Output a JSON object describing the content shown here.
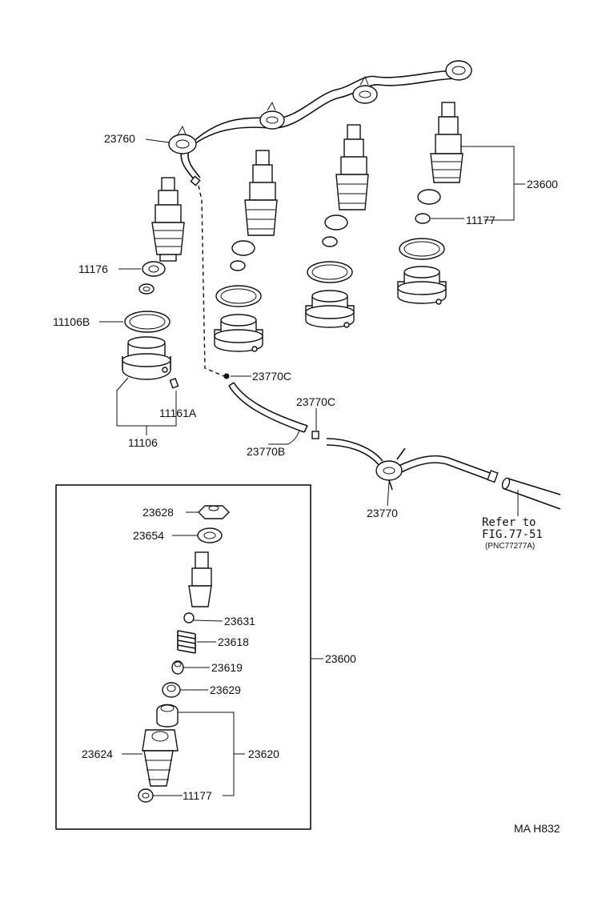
{
  "diagram_code": "MA H832",
  "labels": {
    "p23760": "23760",
    "p23600_top": "23600",
    "p11177_top": "11177",
    "p11176": "11176",
    "p11106B": "11106B",
    "p11161A": "11161A",
    "p11106": "11106",
    "p23770C_a": "23770C",
    "p23770C_b": "23770C",
    "p23770B": "23770B",
    "p23770": "23770",
    "p23628": "23628",
    "p23654": "23654",
    "p23631": "23631",
    "p23618": "23618",
    "p23619": "23619",
    "p23629": "23629",
    "p23624": "23624",
    "p23620": "23620",
    "p11177_bottom": "11177",
    "p23600_box": "23600"
  },
  "refer": {
    "line1": "Refer to",
    "line2": "FIG.77-51",
    "line3": "(PNC77277A)"
  }
}
